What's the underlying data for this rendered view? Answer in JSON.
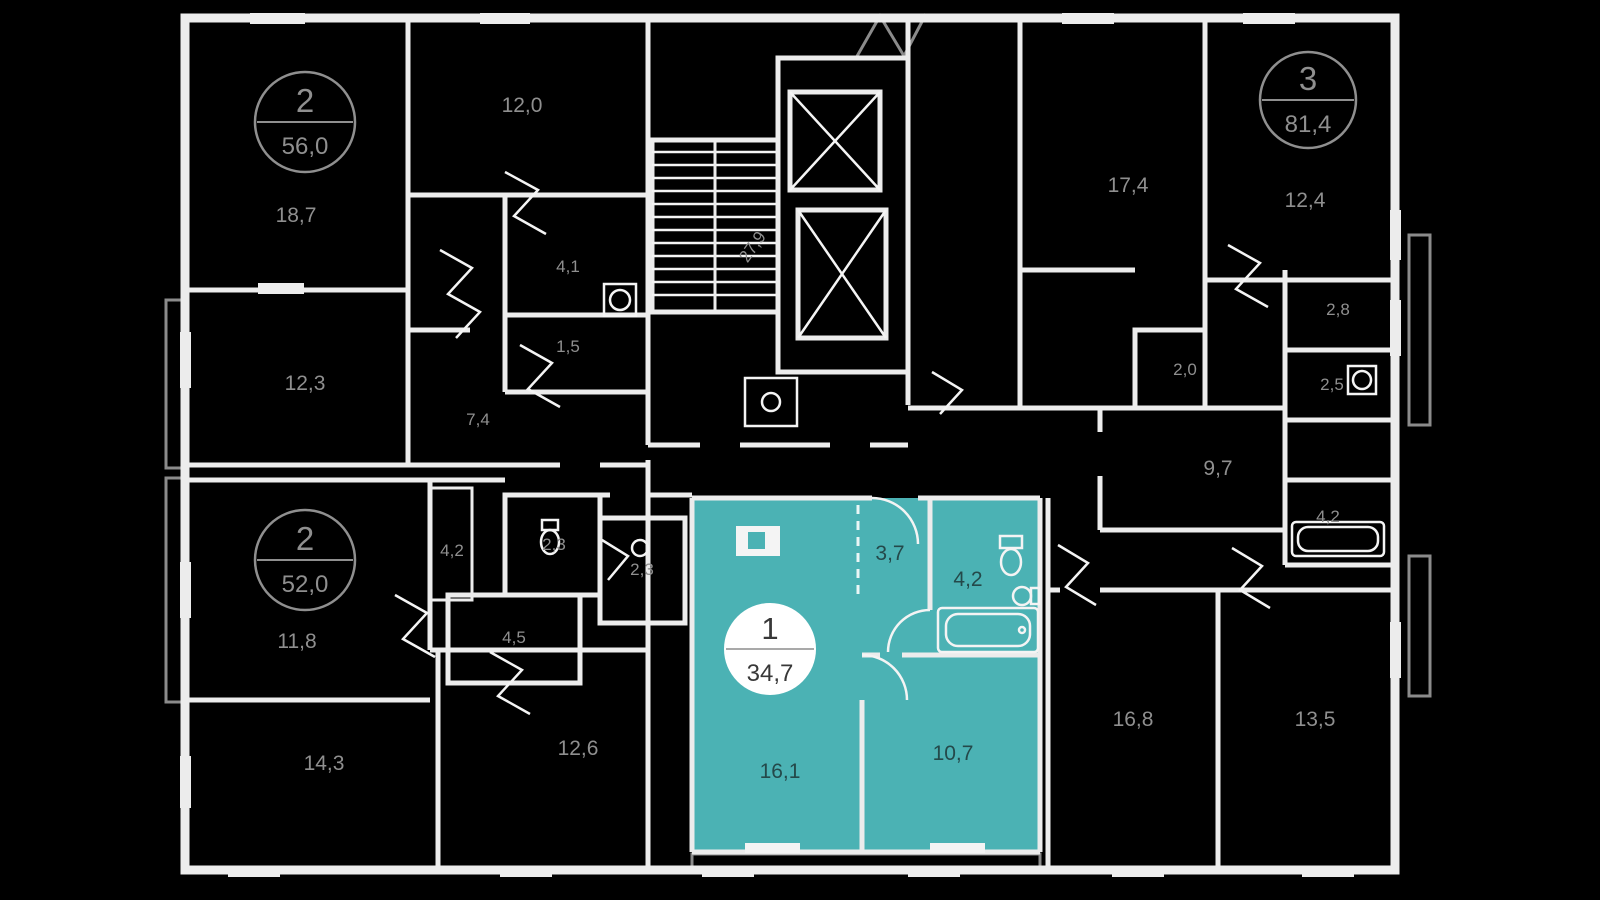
{
  "colors": {
    "background": "#000000",
    "walls": "#ececec",
    "walls_dim": "#8b8b8b",
    "highlight_fill": "#4bb2b4",
    "room_label": "#8f8f8f",
    "highlight_room_label": "#24494a",
    "badge_outline": "#8f8f8f",
    "selected_badge_fill": "#ffffff",
    "selected_badge_text": "#383838"
  },
  "selected_apartment": {
    "badge": {
      "rooms": "1",
      "area": "34,7"
    },
    "room_areas": {
      "living": "16,1",
      "bedroom": "10,7",
      "hall": "3,7",
      "bathroom": "4,2"
    }
  },
  "apartments": {
    "apt_2_56": {
      "badge": {
        "rooms": "2",
        "area": "56,0"
      },
      "room_areas": {
        "r1": "18,7",
        "r2": "12,0",
        "r3": "12,3",
        "r4": "4,1",
        "r5": "1,5",
        "r6": "7,4"
      }
    },
    "apt_2_52": {
      "badge": {
        "rooms": "2",
        "area": "52,0"
      },
      "room_areas": {
        "r1": "11,8",
        "r2": "14,3",
        "r3": "12,6",
        "r4": "4,5",
        "r5": "2,3",
        "r6": "2,3",
        "r7": "4,2"
      }
    },
    "apt_3_81": {
      "badge": {
        "rooms": "3",
        "area": "81,4"
      },
      "room_areas": {
        "r1": "17,4",
        "r2": "12,4",
        "r3": "2,8",
        "r4": "2,5",
        "r5": "2,0",
        "r6": "9,7",
        "r7": "4,2",
        "r8": "16,8",
        "r9": "13,5"
      }
    }
  },
  "core": {
    "stair_area": "27,9"
  }
}
